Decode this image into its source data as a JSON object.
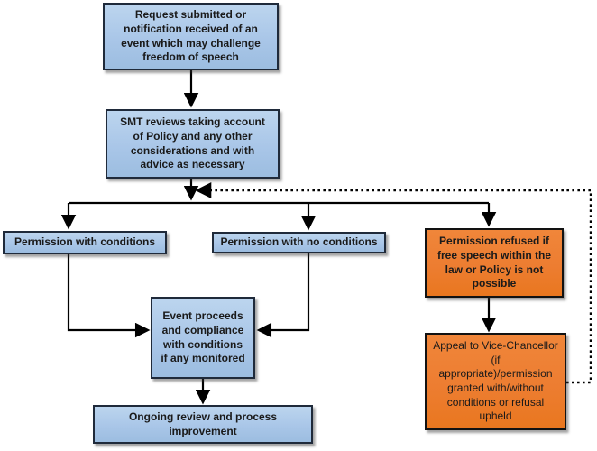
{
  "diagram": {
    "type": "flowchart",
    "nodes": {
      "request": {
        "label": "Request submitted or notification received of an event which may challenge freedom of speech",
        "fill": "blue"
      },
      "smt_review": {
        "label": "SMT reviews taking account of Policy and any other considerations and with advice as necessary",
        "fill": "blue"
      },
      "permission_with_conditions": {
        "label": "Permission with conditions",
        "fill": "blue"
      },
      "permission_no_conditions": {
        "label": "Permission with no conditions",
        "fill": "blue"
      },
      "permission_refused": {
        "label": "Permission refused if free speech within the law or Policy is not possible",
        "fill": "orange"
      },
      "event_proceeds": {
        "label": "Event proceeds and compliance with conditions if any monitored",
        "fill": "blue"
      },
      "ongoing_review": {
        "label": "Ongoing review and process improvement",
        "fill": "blue"
      },
      "appeal": {
        "label": "Appeal to Vice-Chancellor (if appropriate)/permission granted  with/without conditions or refusal upheld",
        "fill": "orange"
      }
    },
    "edges": [
      {
        "from": "request",
        "to": "smt_review",
        "style": "solid"
      },
      {
        "from": "smt_review",
        "to": "permission_with_conditions",
        "style": "solid"
      },
      {
        "from": "smt_review",
        "to": "permission_no_conditions",
        "style": "solid"
      },
      {
        "from": "smt_review",
        "to": "permission_refused",
        "style": "solid"
      },
      {
        "from": "permission_with_conditions",
        "to": "event_proceeds",
        "style": "solid"
      },
      {
        "from": "permission_no_conditions",
        "to": "event_proceeds",
        "style": "solid"
      },
      {
        "from": "event_proceeds",
        "to": "ongoing_review",
        "style": "solid"
      },
      {
        "from": "permission_refused",
        "to": "appeal",
        "style": "solid"
      },
      {
        "from": "appeal",
        "to": "smt_review_output_junction",
        "style": "dotted"
      }
    ],
    "colors": {
      "node_blue": "#a9c6e8",
      "node_orange": "#ed7d31",
      "border_blue": "#1f2a3a",
      "border_orange": "#121212",
      "connector": "#000000",
      "text": "#1a1a1a",
      "background": "#ffffff"
    }
  }
}
